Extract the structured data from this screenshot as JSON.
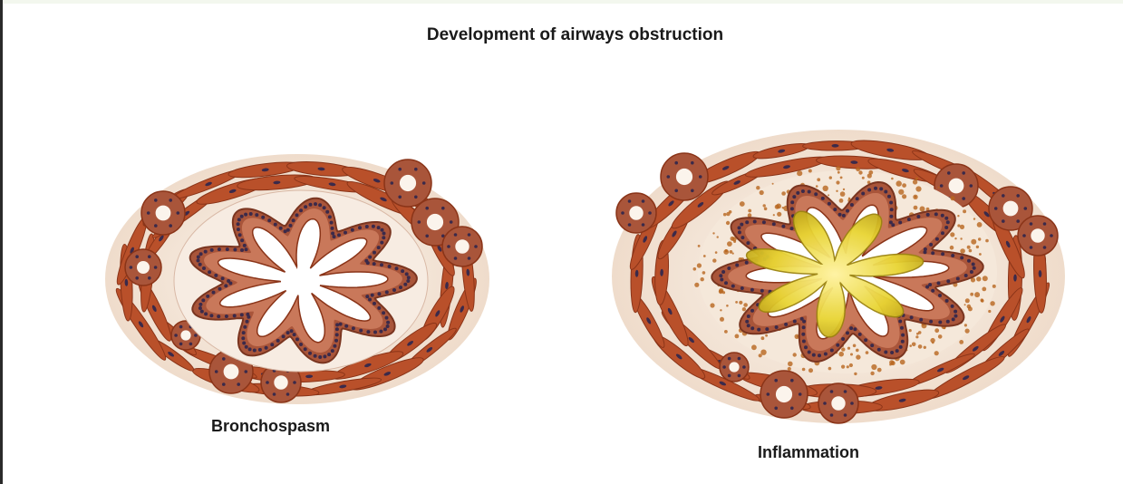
{
  "figure": {
    "title": "Development of airways obstruction"
  },
  "panels": [
    {
      "caption": "Bronchospasm"
    },
    {
      "caption": "Inflammation"
    }
  ],
  "colors": {
    "muscle": "#b9502a",
    "muscle_dark": "#8a3418",
    "tissue": "#f6ece0",
    "epithelium": "#a9553a",
    "nucleus": "#3b2a4a",
    "mucus": "#e3cf2a",
    "inflammation_spots": "#b8651e"
  }
}
